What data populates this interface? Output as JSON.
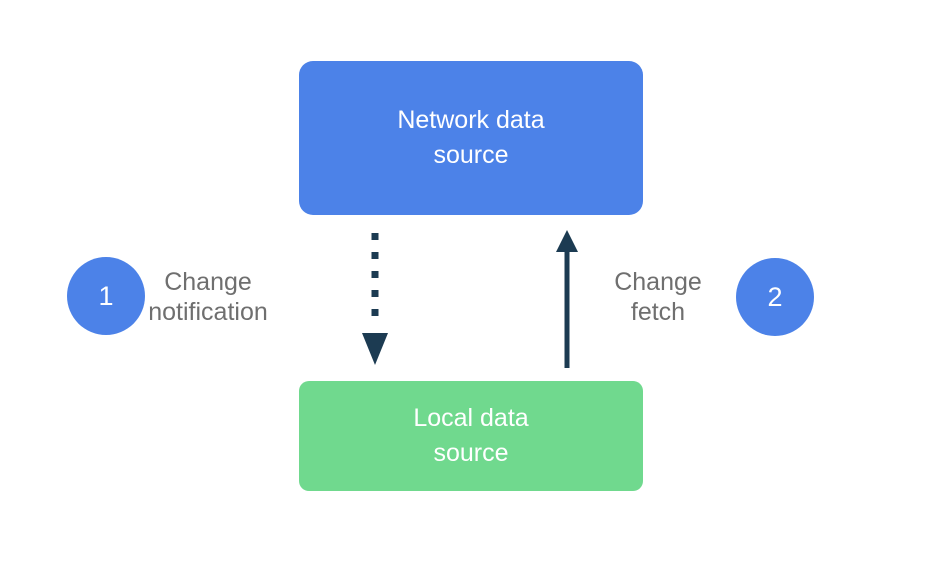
{
  "diagram": {
    "network_box": {
      "label": "Network data source",
      "line1": "Network data",
      "line2": "source"
    },
    "local_box": {
      "label": "Local data source",
      "line1": "Local data",
      "line2": "source"
    },
    "step1": {
      "number": "1",
      "label": "Change notification",
      "label_line1": "Change",
      "label_line2": "notification"
    },
    "step2": {
      "number": "2",
      "label": "Change fetch",
      "label_line1": "Change",
      "label_line2": "fetch"
    },
    "icons": {
      "down_arrow": "dotted-down-arrow-icon",
      "up_arrow": "solid-up-arrow-icon"
    },
    "colors": {
      "box_blue": "#4C82E8",
      "box_green": "#70D98E",
      "badge_blue": "#4C82E8",
      "arrow_dark": "#1C3B52",
      "label_gray": "#6F6F6F",
      "box_text_white": "#FFFFFF",
      "background": "#FFFFFF"
    }
  }
}
